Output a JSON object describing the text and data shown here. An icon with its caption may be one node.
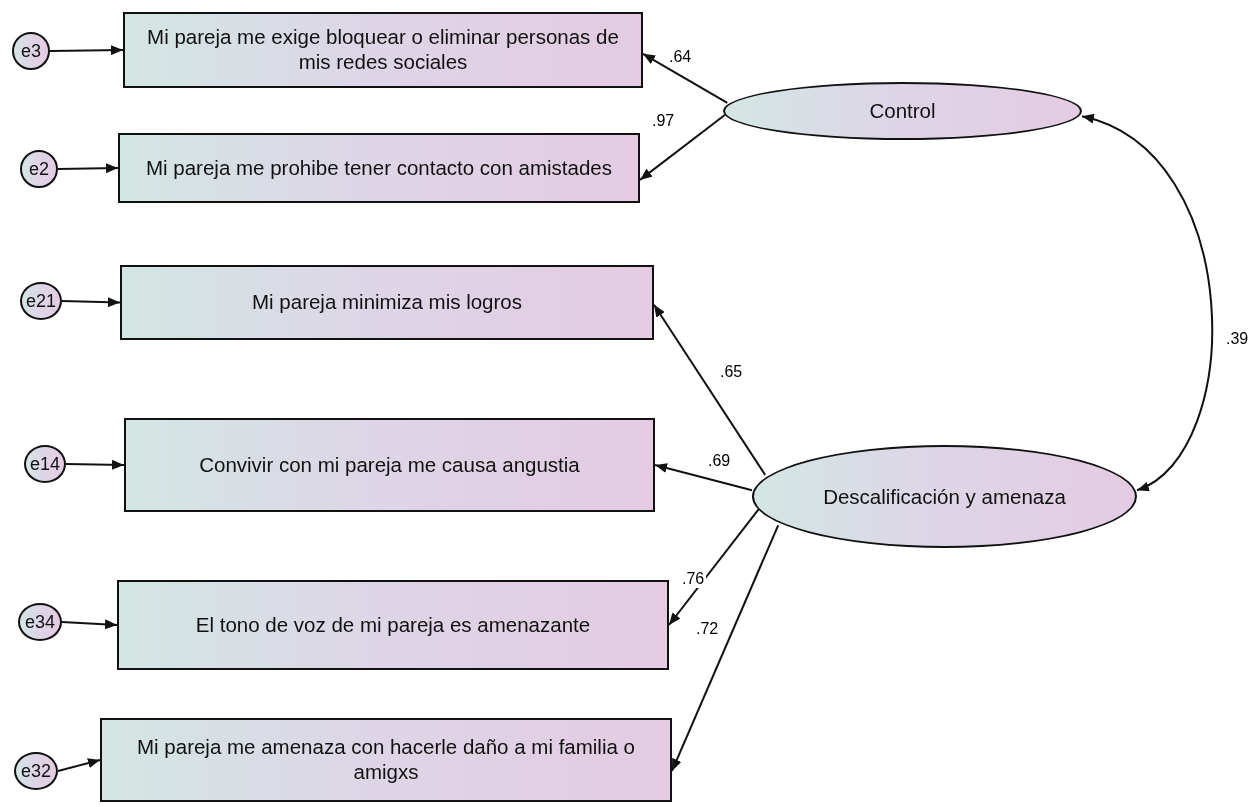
{
  "diagram": {
    "nodes": [
      {
        "text": [
          "e3"
        ]
      },
      {
        "text": [
          "Mi pareja me exige bloquear o eliminar personas de mis redes sociales"
        ]
      },
      {
        "text": [
          "e2"
        ]
      },
      {
        "text": [
          "Mi pareja me prohibe tener contacto con amistades"
        ]
      },
      {
        "text": [
          "e21"
        ]
      },
      {
        "text": [
          "Mi pareja minimiza mis logros"
        ]
      },
      {
        "text": [
          "e14"
        ]
      },
      {
        "text": [
          "Convivir con mi pareja me causa angustia"
        ]
      },
      {
        "text": [
          "e34"
        ]
      },
      {
        "text": [
          "El tono de voz de mi pareja es amenazante"
        ]
      },
      {
        "text": [
          "e32"
        ]
      },
      {
        "text": [
          "Mi pareja me amenaza con hacerle daño a mi familia o amigxs"
        ]
      },
      {
        "text": [
          "Control"
        ]
      },
      {
        "text": [
          "Descalificación y amenaza"
        ]
      }
    ],
    "edges": [
      {
        "from": 0,
        "to": 1,
        "arrow": "to"
      },
      {
        "from": 2,
        "to": 3,
        "arrow": "to"
      },
      {
        "from": 4,
        "to": 5,
        "arrow": "to"
      },
      {
        "from": 6,
        "to": 7,
        "arrow": "to"
      },
      {
        "from": 8,
        "to": 9,
        "arrow": "to"
      },
      {
        "from": 10,
        "to": 11,
        "arrow": "to"
      },
      {
        "from": 12,
        "to": 1,
        "arrow": "to",
        "label": ".64"
      },
      {
        "from": 12,
        "to": 3,
        "arrow": "to",
        "label": ".97"
      },
      {
        "from": 13,
        "to": 5,
        "arrow": "to",
        "label": ".65"
      },
      {
        "from": 13,
        "to": 7,
        "arrow": "to",
        "label": ".69"
      },
      {
        "from": 13,
        "to": 9,
        "arrow": "to",
        "label": ".76"
      },
      {
        "from": 13,
        "to": 11,
        "arrow": "to",
        "label": ".72"
      },
      {
        "from": 12,
        "to": 13,
        "arrow": "both",
        "label": ".39"
      }
    ]
  }
}
